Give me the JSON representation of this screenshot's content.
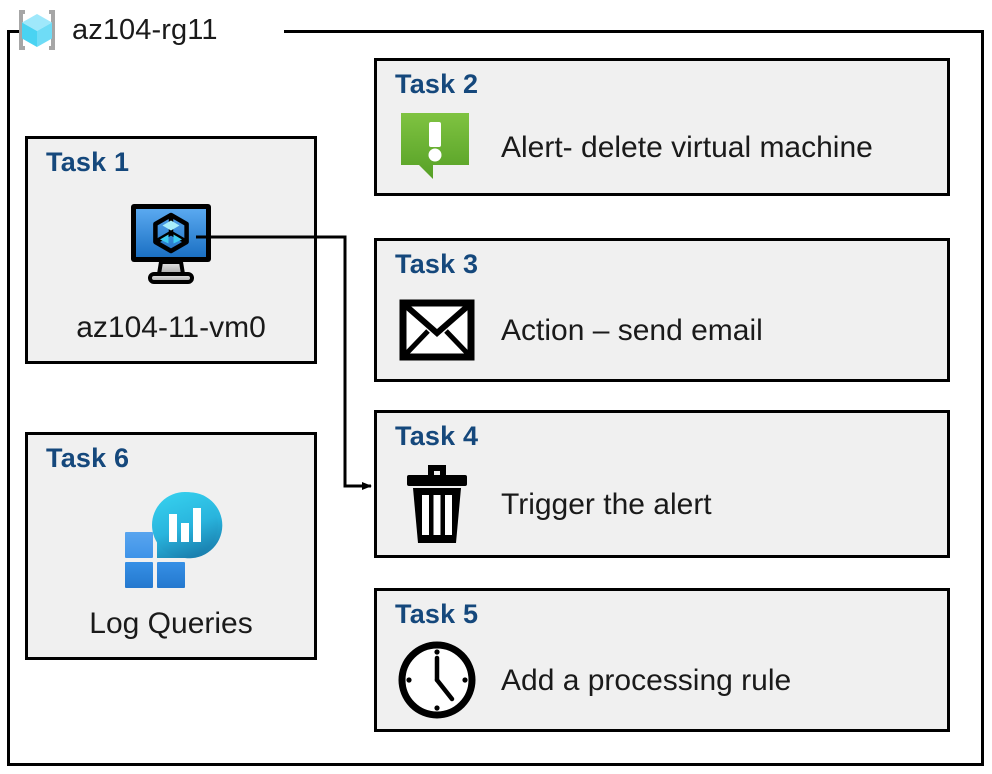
{
  "resource_group": {
    "name": "az104-rg11",
    "icon": "resource-group-cube-icon"
  },
  "cards": [
    {
      "id": "task-1",
      "label": "Task 1",
      "caption": "az104-11-vm0",
      "icon": "virtual-machine-icon",
      "layout": "tall"
    },
    {
      "id": "task-2",
      "label": "Task 2",
      "caption": "Alert- delete virtual machine",
      "icon": "alert-exclamation-icon",
      "layout": "wide"
    },
    {
      "id": "task-3",
      "label": "Task 3",
      "caption": "Action – send email",
      "icon": "envelope-icon",
      "layout": "wide"
    },
    {
      "id": "task-4",
      "label": "Task 4",
      "caption": "Trigger the alert",
      "icon": "trash-delete-icon",
      "layout": "wide"
    },
    {
      "id": "task-5",
      "label": "Task 5",
      "caption": "Add a processing rule",
      "icon": "clock-icon",
      "layout": "wide"
    },
    {
      "id": "task-6",
      "label": "Log Queries",
      "caption": "Log Queries",
      "task_label": "Task 6",
      "icon": "log-analytics-icon",
      "layout": "tall"
    }
  ],
  "connector": {
    "from": "task-1",
    "to": "task-4",
    "arrow": "arrowhead-right"
  },
  "colors": {
    "task_label": "#15487c",
    "card_fill": "#f0f0f0",
    "stroke": "#000000",
    "alert_green_top": "#7fc243",
    "alert_green_bottom": "#5aa026",
    "vm_blue_top": "#59a8ef",
    "vm_blue_bottom": "#1c72c4",
    "log_square_blue": "#2f8ee0",
    "log_circle_top": "#2fc7e8",
    "log_circle_bottom": "#1a7fae",
    "rg_cube_light": "#9fe8fb",
    "rg_cube_mid": "#49d3f2",
    "rg_bracket": "#a6a6a6"
  }
}
